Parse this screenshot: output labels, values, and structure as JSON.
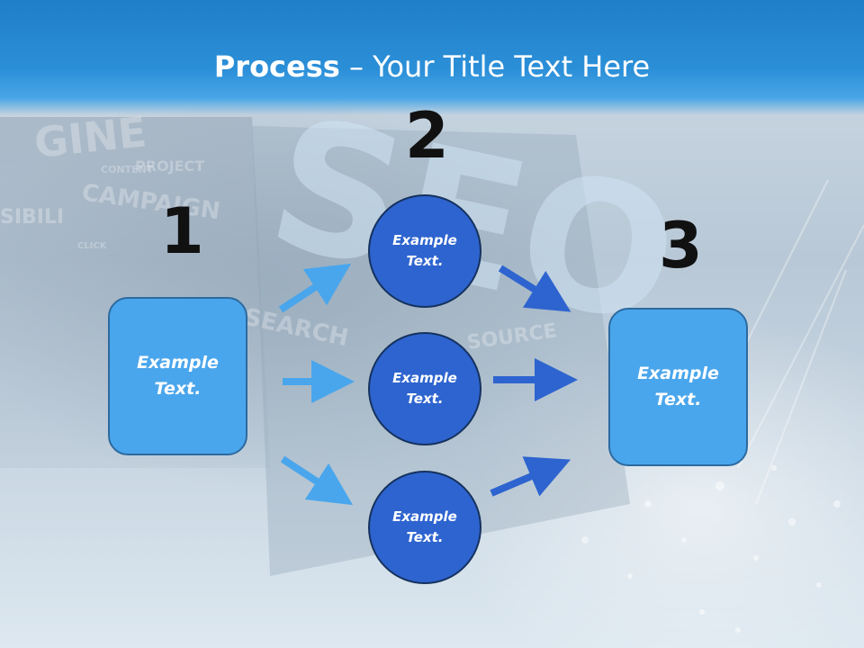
{
  "slide": {
    "title_bold": "Process",
    "title_rest": " – Your Title Text Here",
    "steps": [
      {
        "number": "1",
        "text_line1": "Example",
        "text_line2": "Text."
      },
      {
        "number": "2",
        "text_line1": "Example",
        "text_line2": "Text."
      },
      {
        "number": "3",
        "text_line1": "Example",
        "text_line2": "Text."
      }
    ],
    "circles": [
      {
        "text_line1": "Example",
        "text_line2": "Text."
      },
      {
        "text_line1": "Example",
        "text_line2": "Text."
      },
      {
        "text_line1": "Example",
        "text_line2": "Text."
      }
    ],
    "background_words": [
      "GINE",
      "PROJECT",
      "CONTENT",
      "CAMPAIGN",
      "SIBILI",
      "CLICK",
      "SEARCH",
      "SOURCE",
      "SEO"
    ]
  },
  "colors": {
    "banner": "#2b8fd8",
    "box_fill": "#4aa6ec",
    "circle_fill": "#2e64cf",
    "arrow_light": "#4aa6ec",
    "arrow_dark": "#2e64cf",
    "number_color": "#111111"
  }
}
